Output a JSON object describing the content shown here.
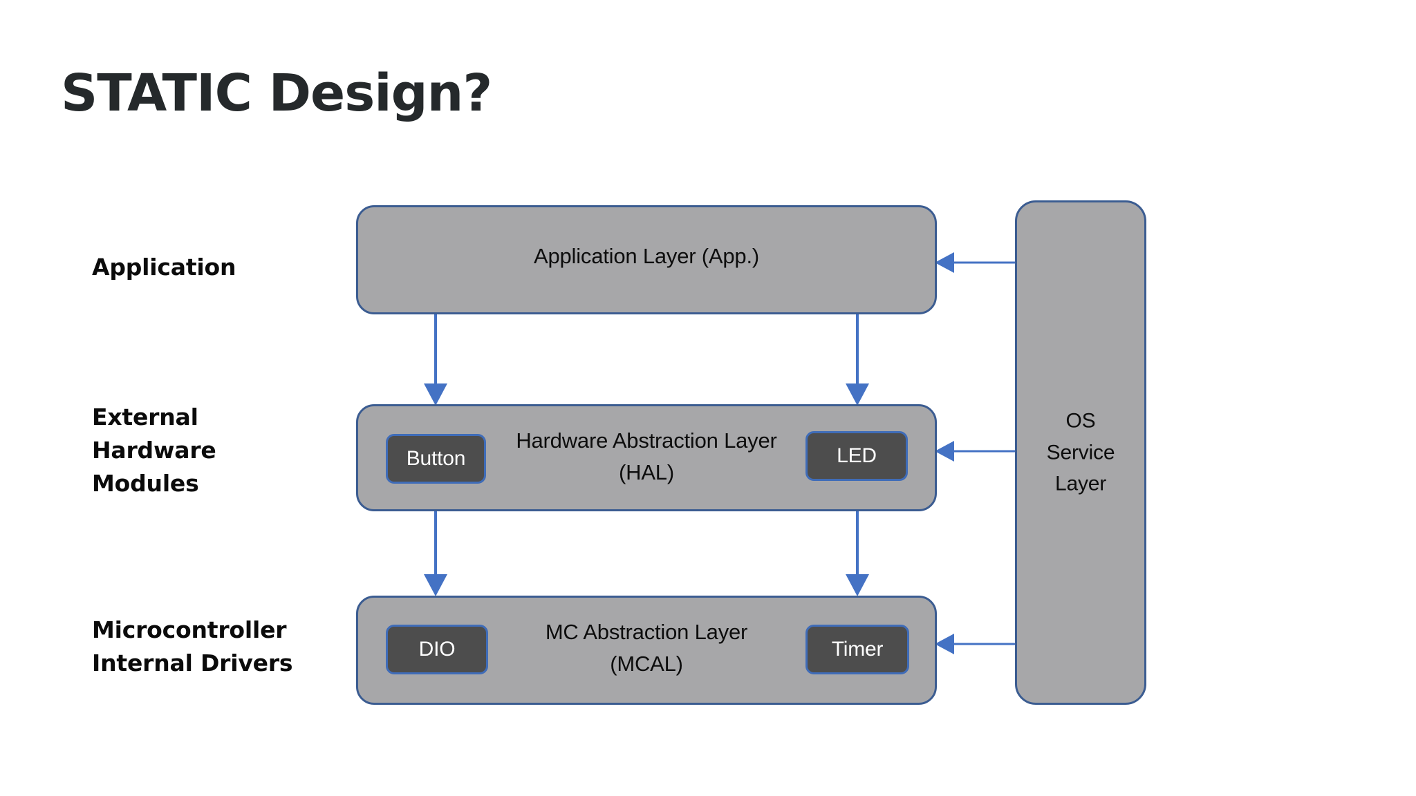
{
  "slide": {
    "title": "STATIC Design?",
    "background_color": "#ffffff"
  },
  "row_labels": [
    {
      "id": "application",
      "text": "Application"
    },
    {
      "id": "external-hardware-modules",
      "line1": "External",
      "line2": "Hardware",
      "line3": "Modules"
    },
    {
      "id": "microcontroller-internal-drivers",
      "line1": "Microcontroller",
      "line2": "Internal Drivers"
    }
  ],
  "layers": {
    "application": {
      "title": "Application Layer (App.)",
      "fill": "#a7a7a9",
      "border": "#3b5c91"
    },
    "hal": {
      "title_line1": "Hardware Abstraction Layer",
      "title_line2": "(HAL)",
      "fill": "#a7a7a9",
      "border": "#3b5c91",
      "modules": [
        {
          "id": "button",
          "label": "Button"
        },
        {
          "id": "led",
          "label": "LED"
        }
      ]
    },
    "mcal": {
      "title_line1": "MC Abstraction Layer",
      "title_line2": "(MCAL)",
      "fill": "#a7a7a9",
      "border": "#3b5c91",
      "modules": [
        {
          "id": "dio",
          "label": "DIO"
        },
        {
          "id": "timer",
          "label": "Timer"
        }
      ]
    },
    "os_service": {
      "title_line1": "OS",
      "title_line2": "Service",
      "title_line3": "Layer",
      "fill": "#a7a7a9",
      "border": "#3b5c91"
    }
  },
  "module_chip_style": {
    "fill": "#4d4d4d",
    "border": "#3f6cb8",
    "text_color": "#ffffff"
  },
  "connectors": {
    "arrow_color": "#4472c4",
    "items": [
      {
        "id": "app-to-hal-left",
        "from": "application",
        "to": "hal",
        "direction": "down"
      },
      {
        "id": "app-to-hal-right",
        "from": "application",
        "to": "hal",
        "direction": "down"
      },
      {
        "id": "hal-to-mcal-left",
        "from": "hal",
        "to": "mcal",
        "direction": "down"
      },
      {
        "id": "hal-to-mcal-right",
        "from": "hal",
        "to": "mcal",
        "direction": "down"
      },
      {
        "id": "os-to-application",
        "from": "os_service",
        "to": "application",
        "direction": "left"
      },
      {
        "id": "os-to-hal",
        "from": "os_service",
        "to": "hal",
        "direction": "left"
      },
      {
        "id": "os-to-mcal",
        "from": "os_service",
        "to": "mcal",
        "direction": "left"
      }
    ]
  }
}
